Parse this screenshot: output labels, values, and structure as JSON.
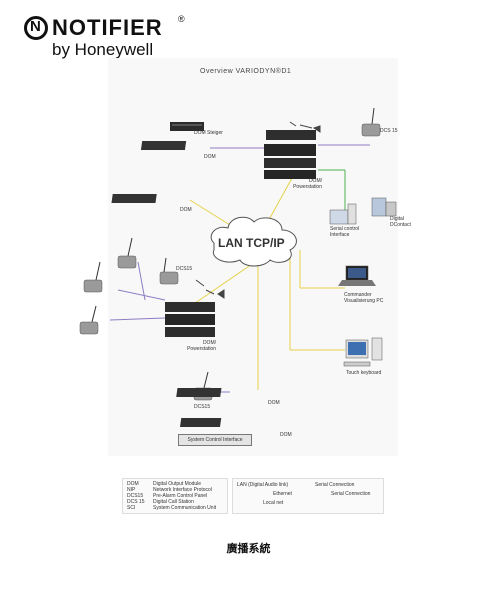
{
  "logo": {
    "brand": "NOTIFIER",
    "registered": "®",
    "tagline": "by Honeywell"
  },
  "diagram": {
    "title": "Overview VARIODYN®D1",
    "network_label": "LAN TCP/IP",
    "labels": {
      "dom_top_rack": "DOM Steiger",
      "dom_top": "DOM",
      "dcs15_top": "DCS 15",
      "dom_centre": "DOM/ Powerstation",
      "dom_left": "DOM",
      "serial_interface": "Serial control Interface",
      "dcontact": "Digital DContact",
      "dcs15_left": "DCS15",
      "commander": "Commander Visualisierung PC",
      "dom_bottom_stack": "DOM/ Powerstation",
      "touch_keyboard": "Touch keyboard",
      "dcs15_bottom": "DCS15",
      "dom_bottom": "DOM",
      "dom_bottom2": "DOM",
      "system_box": "System Control Interface"
    }
  },
  "legend": {
    "abbreviations": [
      {
        "code": "DOM",
        "text": "Digital Output Module"
      },
      {
        "code": "NIP",
        "text": "Network Interface Protocol"
      },
      {
        "code": "DCS15",
        "text": "Pre-Alarm Control Panel"
      },
      {
        "code": "DCS 15",
        "text": "Digital Call Station"
      },
      {
        "code": "SCI",
        "text": "System Communication Unit"
      }
    ],
    "lines": [
      {
        "text": "LAN (Digital Audio link)",
        "color": "#c7a000"
      },
      {
        "text": "Serial Connection",
        "color": "#2e9d2e"
      },
      {
        "text": "Ethernet",
        "color": "#e7d10f"
      },
      {
        "text": "Local net",
        "color": "#7a5fa8"
      },
      {
        "text": "Serial Connection",
        "color": "#888888"
      }
    ]
  },
  "caption": "廣播系統",
  "colors": {
    "ethernet": "#e6d24a",
    "purple": "#8e7cc3",
    "green": "#4caf50",
    "grey": "#9e9e9e"
  }
}
